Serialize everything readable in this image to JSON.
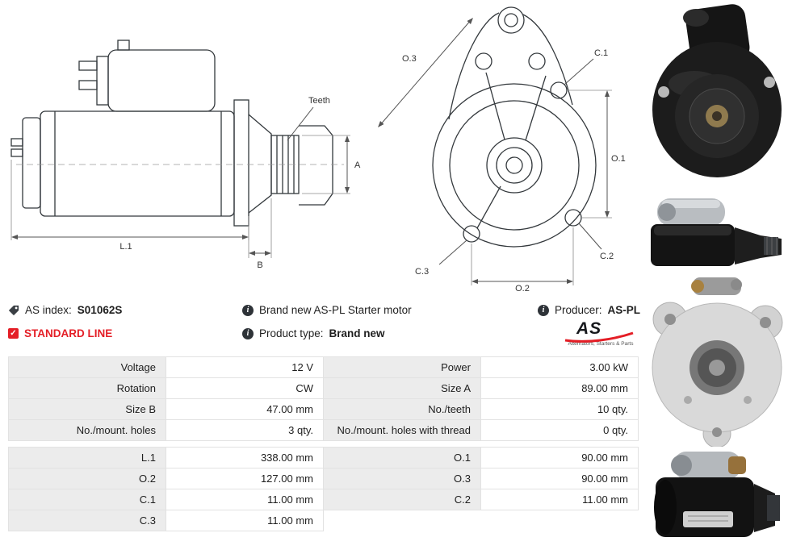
{
  "header": {
    "as_index": {
      "label": "AS index:",
      "value": "S01062S"
    },
    "standard_line": "STANDARD LINE",
    "description": "Brand new AS-PL Starter motor",
    "product_type": {
      "label": "Product type:",
      "value": "Brand new"
    },
    "producer": {
      "label": "Producer:",
      "value": "AS-PL"
    },
    "logo": {
      "text": "AS",
      "tagline": "Alternators, Starters & Parts"
    }
  },
  "icons": {
    "info_glyph": "i",
    "check_glyph": "✓"
  },
  "drawings": {
    "side_view": {
      "teeth_label": "Teeth",
      "dim_a": "A",
      "dim_l1": "L.1",
      "dim_b": "B"
    },
    "front_view": {
      "dim_o3": "O.3",
      "dim_c1": "C.1",
      "dim_o1": "O.1",
      "dim_c3": "C.3",
      "dim_o2": "O.2",
      "dim_c2": "C.2"
    }
  },
  "photos": [
    {
      "name": "starter-front-top-view"
    },
    {
      "name": "starter-side-view"
    },
    {
      "name": "starter-rear-flange-view"
    },
    {
      "name": "starter-angled-view"
    }
  ],
  "spec_table": {
    "group1": [
      {
        "l1": "Voltage",
        "v1": "12 V",
        "l2": "Power",
        "v2": "3.00 kW"
      },
      {
        "l1": "Rotation",
        "v1": "CW",
        "l2": "Size A",
        "v2": "89.00 mm"
      },
      {
        "l1": "Size B",
        "v1": "47.00 mm",
        "l2": "No./teeth",
        "v2": "10 qty."
      },
      {
        "l1": "No./mount. holes",
        "v1": "3 qty.",
        "l2": "No./mount. holes with thread",
        "v2": "0 qty."
      }
    ],
    "group2": [
      {
        "l1": "L.1",
        "v1": "338.00 mm",
        "l2": "O.1",
        "v2": "90.00 mm"
      },
      {
        "l1": "O.2",
        "v1": "127.00 mm",
        "l2": "O.3",
        "v2": "90.00 mm"
      },
      {
        "l1": "C.1",
        "v1": "11.00 mm",
        "l2": "C.2",
        "v2": "11.00 mm"
      },
      {
        "l1": "C.3",
        "v1": "11.00 mm",
        "l2": "",
        "v2": ""
      }
    ]
  },
  "colors": {
    "accent_red": "#e41e26",
    "table_label_bg": "#ececec",
    "table_border": "#e2e2e2",
    "drawing_line": "#33383c"
  }
}
